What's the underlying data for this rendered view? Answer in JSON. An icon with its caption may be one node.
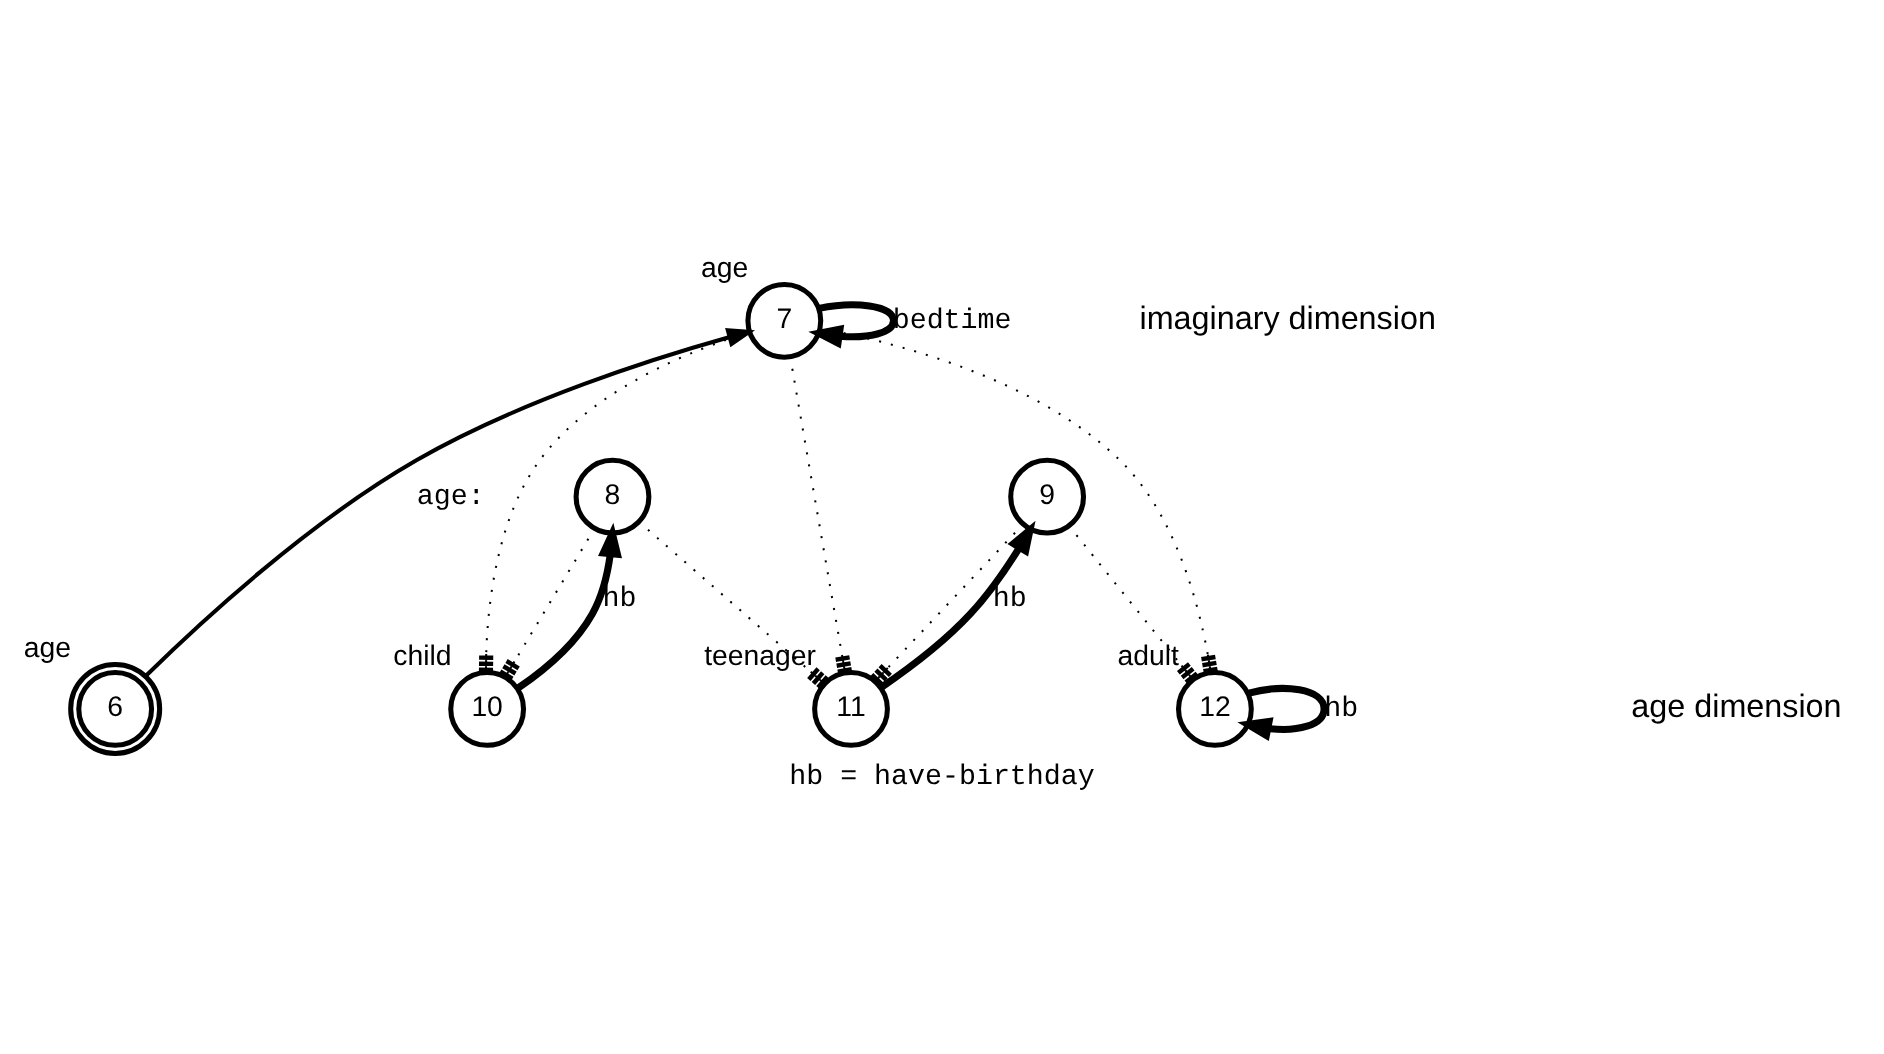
{
  "diagram": {
    "caption": "hb = have-birthday",
    "nodes": [
      {
        "text": [
          "6"
        ],
        "beside": [
          "age"
        ]
      },
      {
        "text": [
          "7"
        ],
        "beside": [
          "age"
        ]
      },
      {
        "text": [
          "8"
        ]
      },
      {
        "text": [
          "9"
        ]
      },
      {
        "text": [
          "10"
        ],
        "beside": [
          "child"
        ]
      },
      {
        "text": [
          "11"
        ],
        "beside": [
          "teenager"
        ]
      },
      {
        "text": [
          "12"
        ],
        "beside": [
          "adult"
        ]
      }
    ],
    "edges": [
      {
        "from": 0,
        "to": 1,
        "arrow": "to",
        "label": "age:"
      },
      {
        "from": 1,
        "to": 1,
        "arrow": "to",
        "label": "bedtime",
        "style": "thick"
      },
      {
        "from": 1,
        "to": 4,
        "arrow": "other",
        "style": "dashed"
      },
      {
        "from": 1,
        "to": 5,
        "arrow": "other",
        "style": "dashed"
      },
      {
        "from": 1,
        "to": 6,
        "arrow": "other",
        "style": "dashed"
      },
      {
        "from": 4,
        "to": 2,
        "arrow": "to",
        "label": "hb",
        "style": "thick"
      },
      {
        "from": 2,
        "to": 4,
        "arrow": "other",
        "style": "dashed"
      },
      {
        "from": 2,
        "to": 5,
        "arrow": "other",
        "style": "dashed"
      },
      {
        "from": 5,
        "to": 3,
        "arrow": "to",
        "label": "hb",
        "style": "thick"
      },
      {
        "from": 3,
        "to": 5,
        "arrow": "other",
        "style": "dashed"
      },
      {
        "from": 3,
        "to": 6,
        "arrow": "other",
        "style": "dashed"
      },
      {
        "from": 6,
        "to": 6,
        "arrow": "to",
        "label": "hb",
        "style": "thick"
      }
    ],
    "labels": [
      "imaginary dimension",
      "age dimension"
    ]
  }
}
